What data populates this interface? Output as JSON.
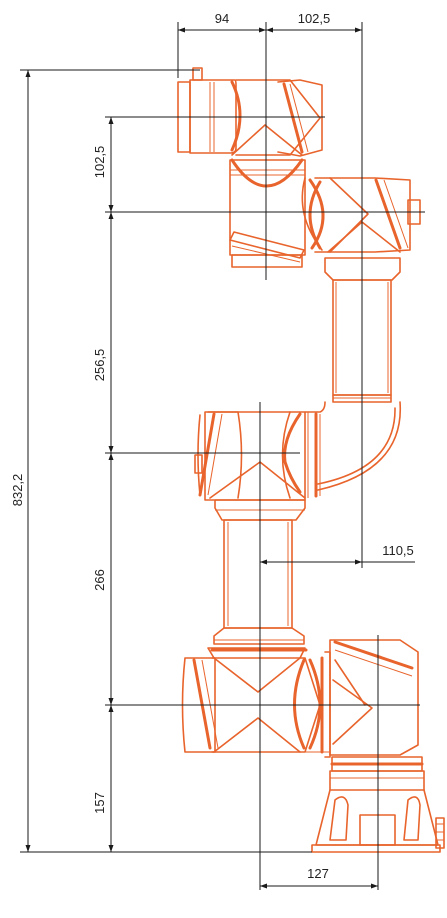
{
  "colors": {
    "robot_outline": "#e8642c",
    "dimension": "#1a1a1a"
  },
  "dimensions": {
    "top_left_width": "94",
    "top_right_width": "102,5",
    "wrist_offset": "102,5",
    "upper_arm": "256,5",
    "total_height": "832,2",
    "forearm": "266",
    "base_height": "157",
    "elbow_offset": "110,5",
    "base_offset": "127"
  }
}
